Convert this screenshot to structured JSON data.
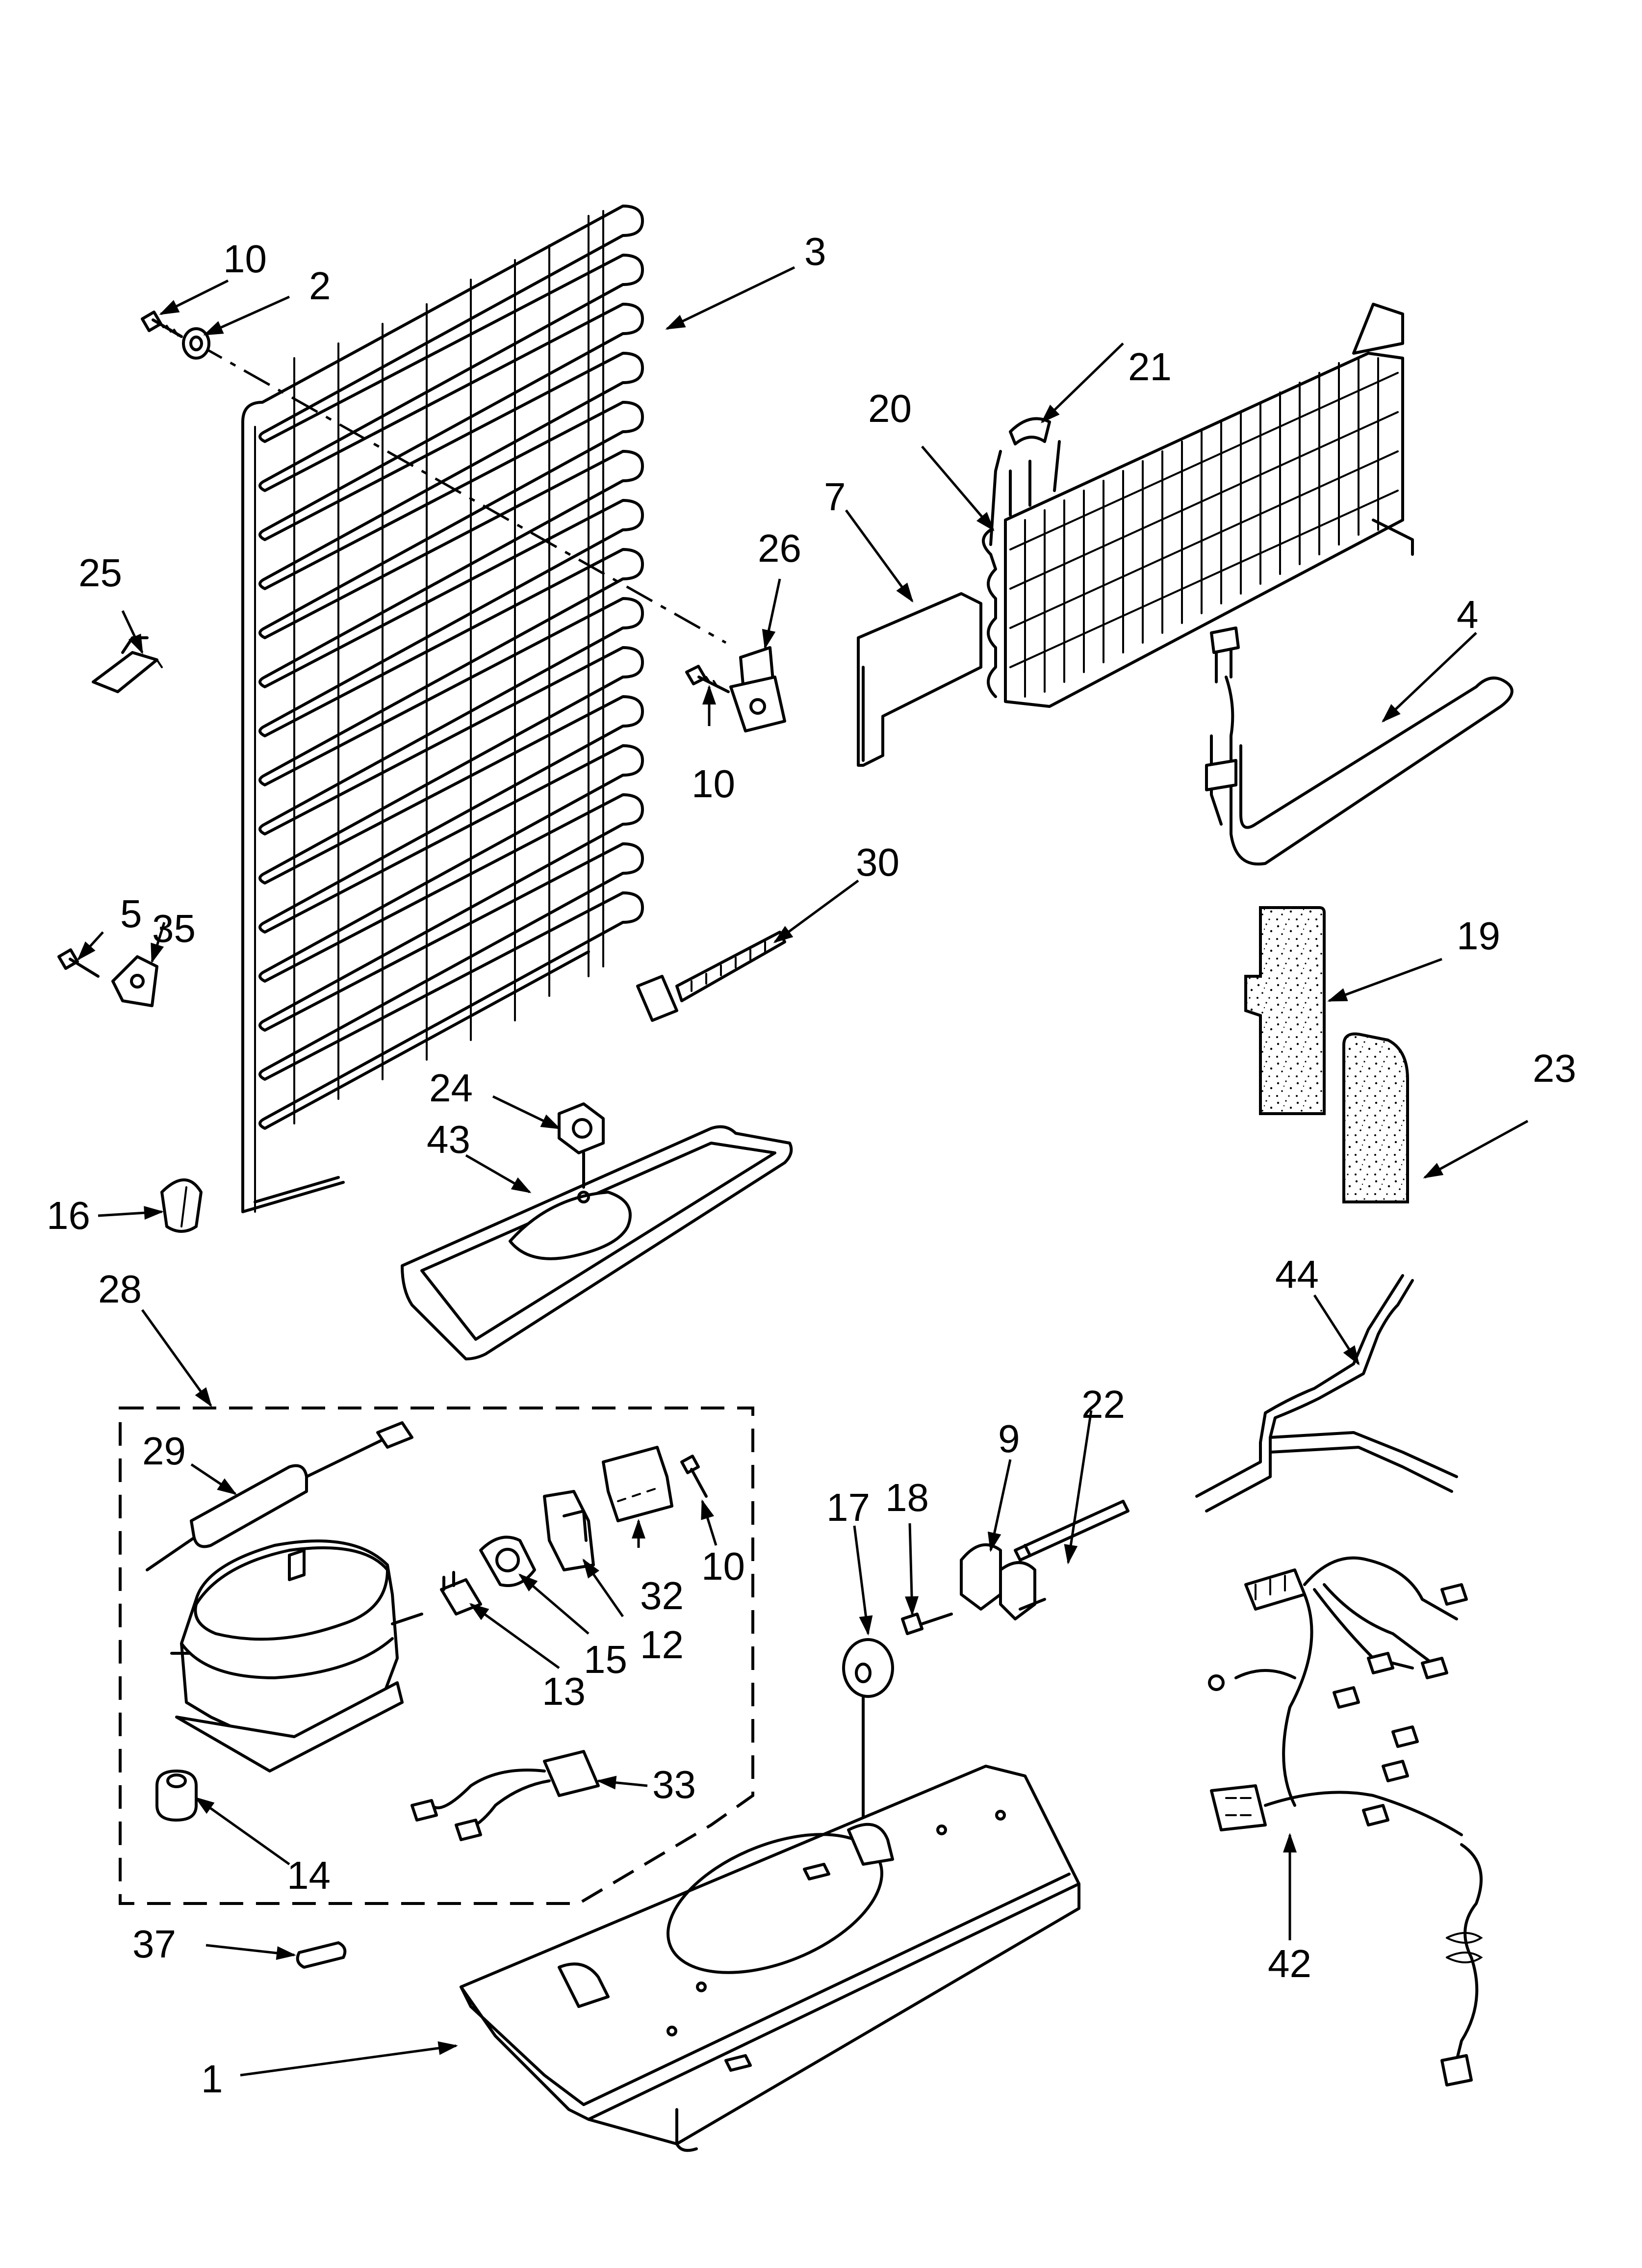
{
  "callouts": {
    "c1": "1",
    "c2": "2",
    "c3": "3",
    "c4": "4",
    "c5": "5",
    "c7": "7",
    "c9": "9",
    "c10a": "10",
    "c10b": "10",
    "c10c": "10",
    "c12": "12",
    "c13": "13",
    "c14": "14",
    "c15": "15",
    "c16": "16",
    "c17": "17",
    "c18": "18",
    "c19": "19",
    "c20": "20",
    "c21": "21",
    "c22": "22",
    "c23": "23",
    "c24": "24",
    "c25": "25",
    "c26": "26",
    "c28": "28",
    "c29": "29",
    "c30": "30",
    "c32": "32",
    "c33": "33",
    "c35": "35",
    "c37": "37",
    "c42": "42",
    "c43": "43",
    "c44": "44"
  }
}
